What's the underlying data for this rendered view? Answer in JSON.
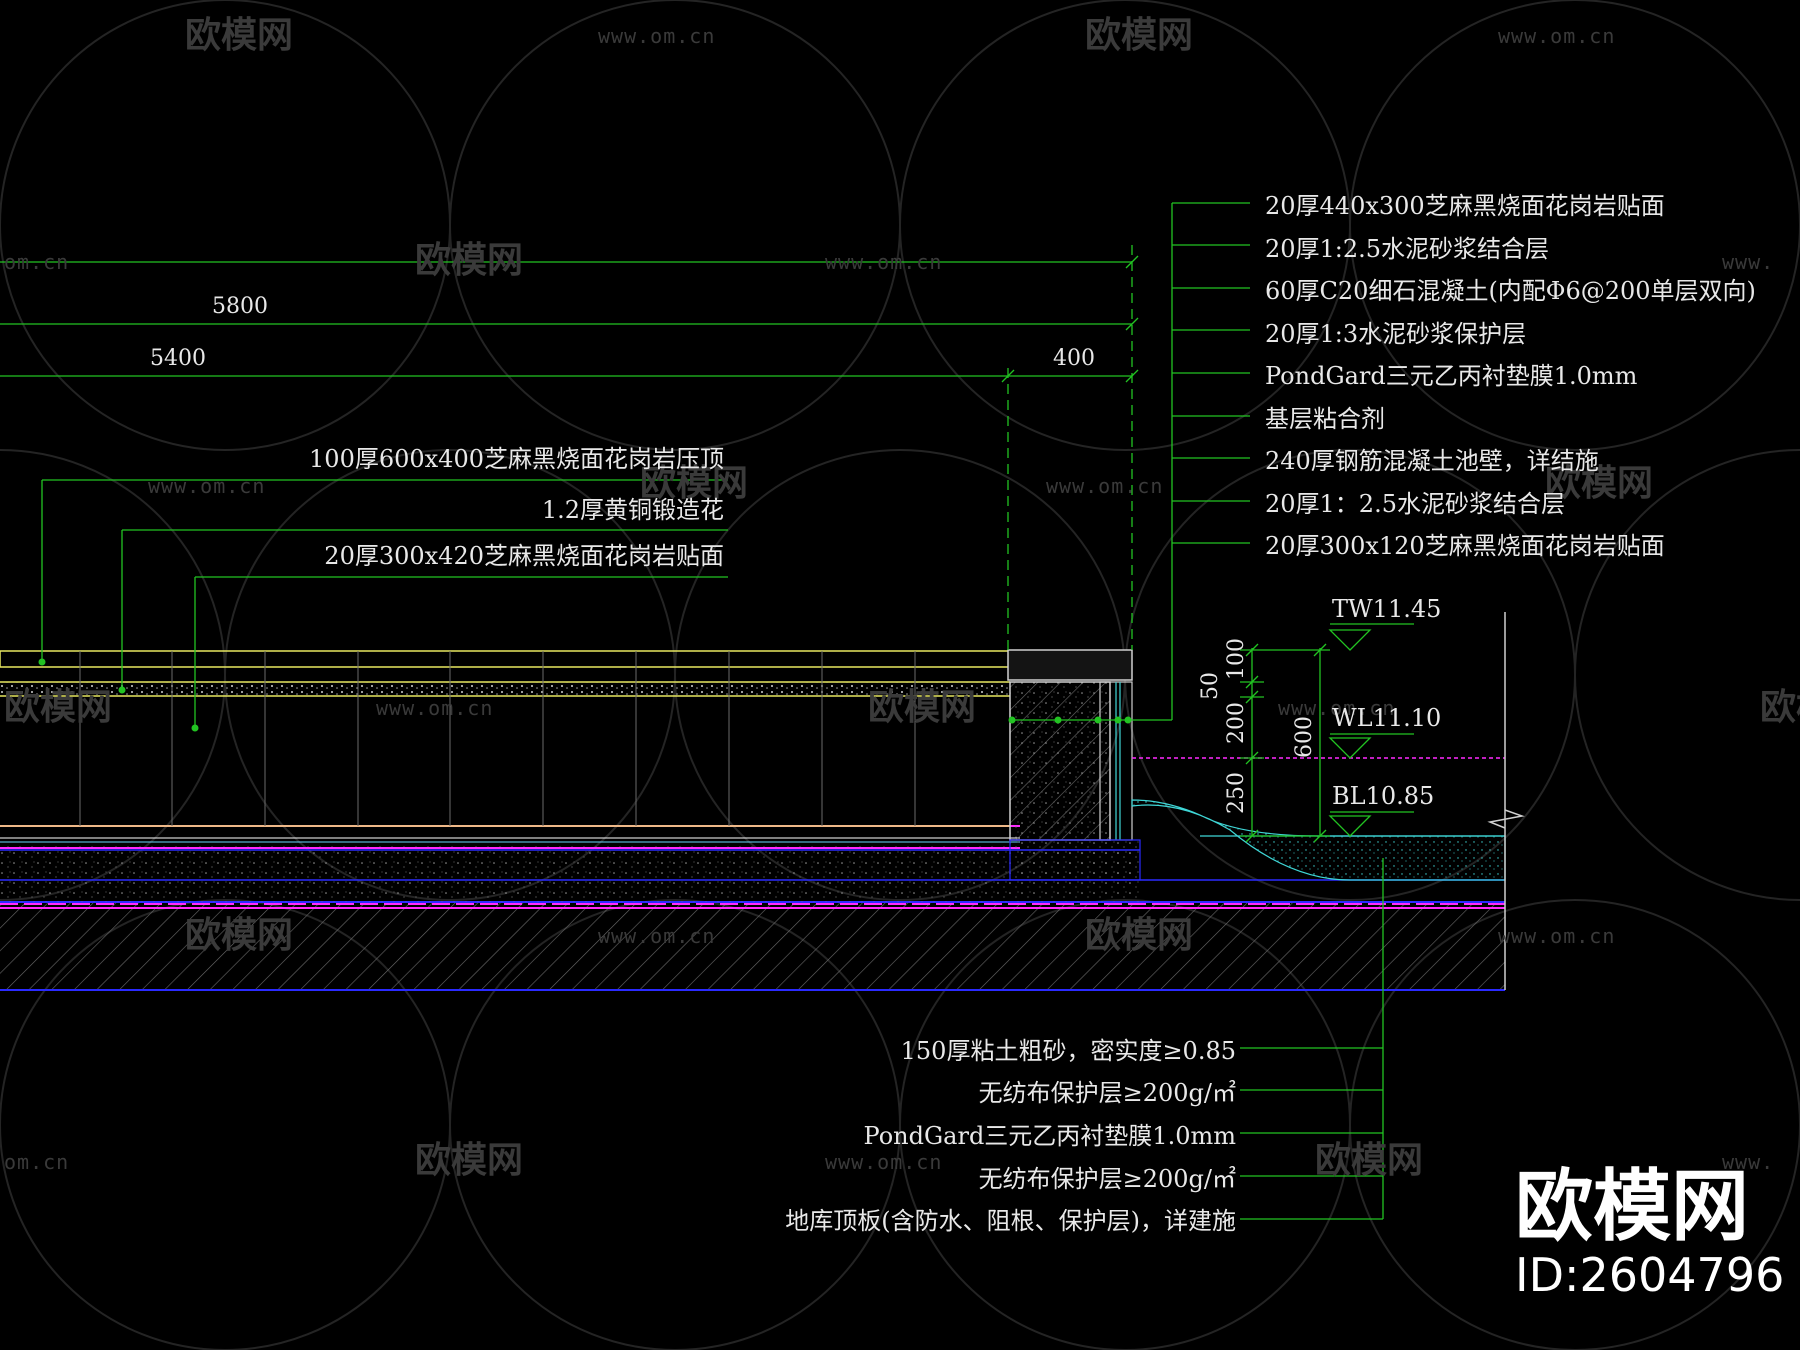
{
  "watermark": {
    "logo_text": "欧模网",
    "url_text": "www.om.cn",
    "url_partial": "om.cn",
    "url_partial_left": "www."
  },
  "dimensions": {
    "total": "5800",
    "inner": "5400",
    "edge": "400",
    "vertical": [
      "100",
      "50",
      "200",
      "250",
      "600"
    ]
  },
  "elevations": {
    "top_of_wall": "TW11.45",
    "water_level": "WL11.10",
    "bottom_level": "BL10.85"
  },
  "right_notes": [
    "20厚440x300芝麻黑烧面花岗岩贴面",
    "20厚1:2.5水泥砂浆结合层",
    "60厚C20细石混凝土(内配Φ6@200单层双向)",
    "20厚1:3水泥砂浆保护层",
    "PondGard三元乙丙衬垫膜1.0mm",
    "基层粘合剂",
    "240厚钢筋混凝土池壁，详结施",
    "20厚1：2.5水泥砂浆结合层",
    "20厚300x120芝麻黑烧面花岗岩贴面"
  ],
  "left_notes": [
    "100厚600x400芝麻黑烧面花岗岩压顶",
    "1.2厚黄铜锻造花",
    "20厚300x420芝麻黑烧面花岗岩贴面"
  ],
  "bottom_notes": [
    "150厚粘土粗砂，密实度≥0.85",
    "无纺布保护层≥200g/㎡",
    "PondGard三元乙丙衬垫膜1.0mm",
    "无纺布保护层≥200g/㎡",
    "地库顶板(含防水、阻根、保护层)，详建施"
  ],
  "brand": {
    "name": "欧模网",
    "id": "ID:2604796"
  },
  "colors": {
    "leader": "#22c322",
    "text": "#e8e8e8",
    "slab_blue": "#2a2aff",
    "magenta": "#ff2aff",
    "yellow": "#e8e860",
    "cyan": "#3fd6d6",
    "watermark": "#3a3a3a"
  }
}
